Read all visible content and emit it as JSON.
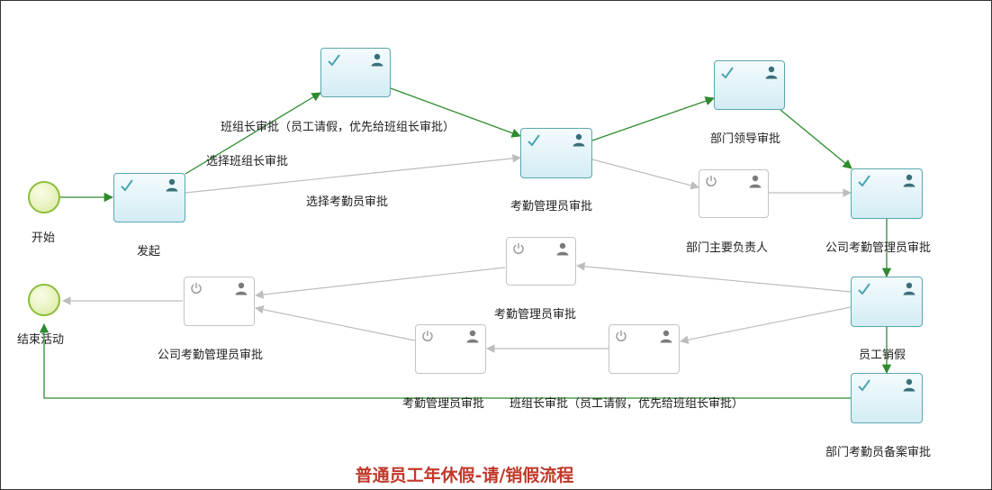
{
  "title": "普通员工年休假-请/销假流程",
  "events": {
    "start_label": "开始",
    "end_label": "结束活动"
  },
  "tasks": {
    "initiate": "发起",
    "team_leader_approval": "",
    "attendance_admin_1": "考勤管理员审批",
    "dept_leader_approval": "部门领导审批",
    "dept_head": "部门主要负责人",
    "company_attendance_admin_1": "公司考勤管理员审批",
    "attendance_admin_2": "考勤管理员审批",
    "company_attendance_admin_2": "公司考勤管理员审批",
    "staff_cancel_leave": "员工销假",
    "dept_attendance_filing": "部门考勤员备案审批"
  },
  "flow_labels": {
    "team_leader_flow": "班组长审批（员工请假，优先给班组长审批）",
    "choose_team_leader": "选择班组长审批",
    "choose_attendance": "选择考勤员审批",
    "bottom_attendance": "考勤管理员审批",
    "bottom_team_leader": "班组长审批（员工请假，优先给班组长审批）"
  },
  "colors": {
    "active_flow": "#2e8b2e",
    "inactive_flow": "#bdbdbd",
    "title": "#c0392b",
    "event_border": "#8bbf3a"
  }
}
